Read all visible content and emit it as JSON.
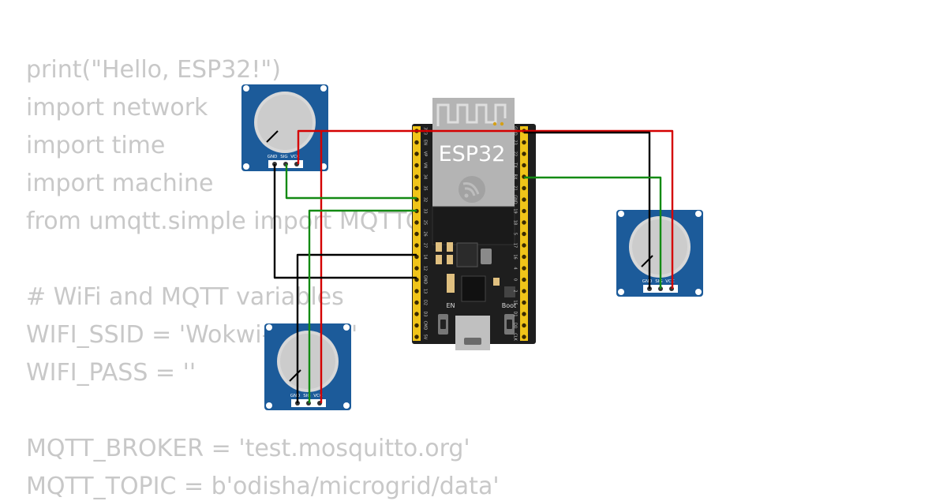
{
  "code": {
    "lines": [
      "print(\"Hello, ESP32!\")",
      "import network",
      "import time",
      "import machine",
      "from umqtt.simple import MQTTClient",
      "",
      "# WiFi and MQTT variables",
      "WIFI_SSID = 'Wokwi-GUEST'",
      "WIFI_PASS = ''",
      "",
      "MQTT_BROKER = 'test.mosquitto.org'",
      "MQTT_TOPIC = b'odisha/microgrid/data'"
    ]
  },
  "board": {
    "label": "ESP32",
    "boot_label": "Boot",
    "en_label": "EN",
    "left_pins": [
      "3V3",
      "EN",
      "VP",
      "VN",
      "34",
      "35",
      "32",
      "33",
      "25",
      "26",
      "27",
      "14",
      "12",
      "GND",
      "13",
      "D2",
      "D3",
      "CMD",
      "5V"
    ],
    "right_pins": [
      "GND",
      "23",
      "22",
      "TX",
      "RX",
      "21",
      "GND",
      "19",
      "18",
      "5",
      "17",
      "16",
      "4",
      "0",
      "2",
      "15",
      "D1",
      "D0",
      "CLK"
    ]
  },
  "potentiometers": [
    {
      "pin_gnd": "GND",
      "pin_sig": "SIG",
      "pin_vcc": "VCC"
    },
    {
      "pin_gnd": "GND",
      "pin_sig": "SIG",
      "pin_vcc": "VCC"
    },
    {
      "pin_gnd": "GND",
      "pin_sig": "SIG",
      "pin_vcc": "VCC"
    }
  ],
  "colors": {
    "code_text": "#c8c8c8",
    "board_body": "#1e1e1e",
    "module_metal": "#b4b4b4",
    "pin_header": "#f0c419",
    "pot_board": "#1c5b9a",
    "knob": "#cccccc",
    "wire_vcc": "#d40000",
    "wire_gnd": "#000000",
    "wire_sig": "#138a13"
  }
}
